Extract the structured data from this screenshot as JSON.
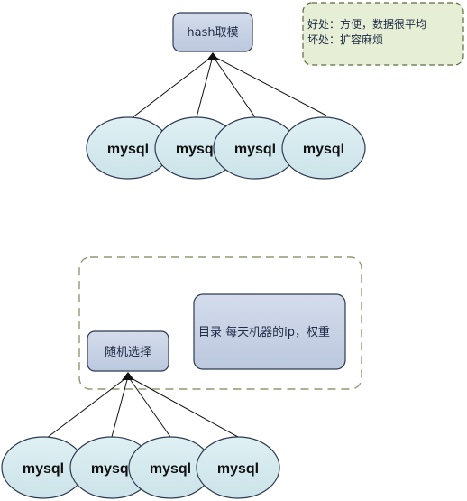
{
  "colors": {
    "box_fill": "#c5d0e4",
    "box_stroke": "#2e3a4f",
    "db_fill": "#d5e9ee",
    "db_stroke": "#2e3a4f",
    "note_fill": "#e6efd6",
    "note_stroke": "#5c6b3c",
    "group_stroke": "#8e9a72",
    "line": "#111111"
  },
  "top_diagram": {
    "router_label": "hash取模",
    "nodes": [
      "mysql",
      "mysql",
      "mysql",
      "mysql"
    ],
    "note_lines": [
      "好处：方便，数据很平均",
      "坏处：扩容麻烦"
    ]
  },
  "bottom_diagram": {
    "router_label": "随机选择",
    "info_label": "目录  每天机器的ip，权重",
    "nodes": [
      "mysql",
      "mysql",
      "mysql",
      "mysql"
    ]
  }
}
